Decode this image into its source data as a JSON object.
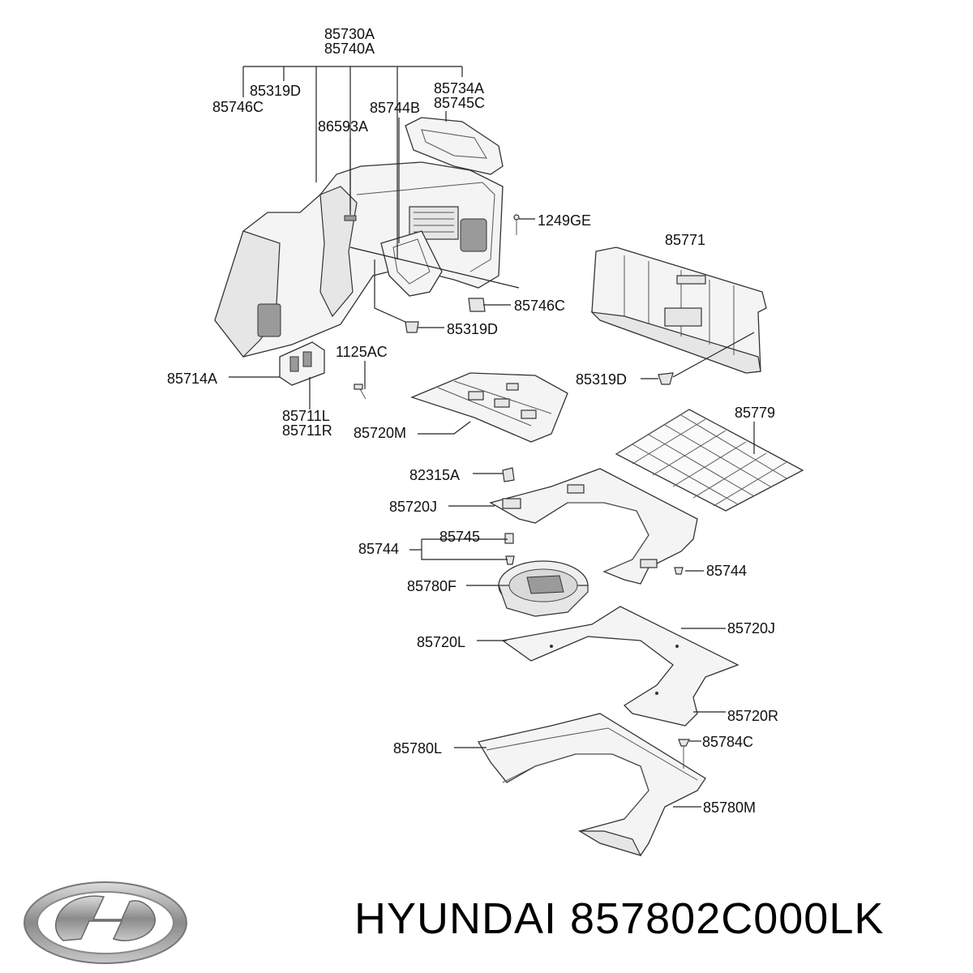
{
  "labels": {
    "l85730A": "85730A",
    "l85740A": "85740A",
    "l85319D_top": "85319D",
    "l85746C_top": "85746C",
    "l85734A": "85734A",
    "l85745C": "85745C",
    "l85744B": "85744B",
    "l86593A": "86593A",
    "l1249GE": "1249GE",
    "l85771": "85771",
    "l85746C_mid": "85746C",
    "l85319D_mid": "85319D",
    "l1125AC": "1125AC",
    "l85714A": "85714A",
    "l85319D_right": "85319D",
    "l85711L": "85711L",
    "l85711R": "85711R",
    "l85720M": "85720M",
    "l85779": "85779",
    "l82315A": "82315A",
    "l85720J_top": "85720J",
    "l85745": "85745",
    "l85744_left": "85744",
    "l85744_right": "85744",
    "l85780F": "85780F",
    "l85720J_mid": "85720J",
    "l85720L": "85720L",
    "l85720R": "85720R",
    "l85784C": "85784C",
    "l85780L": "85780L",
    "l85780M": "85780M"
  },
  "footer": {
    "brand": "HYUNDAI",
    "part_number": "857802C000LK",
    "logo_icon": "hyundai-logo-icon"
  }
}
